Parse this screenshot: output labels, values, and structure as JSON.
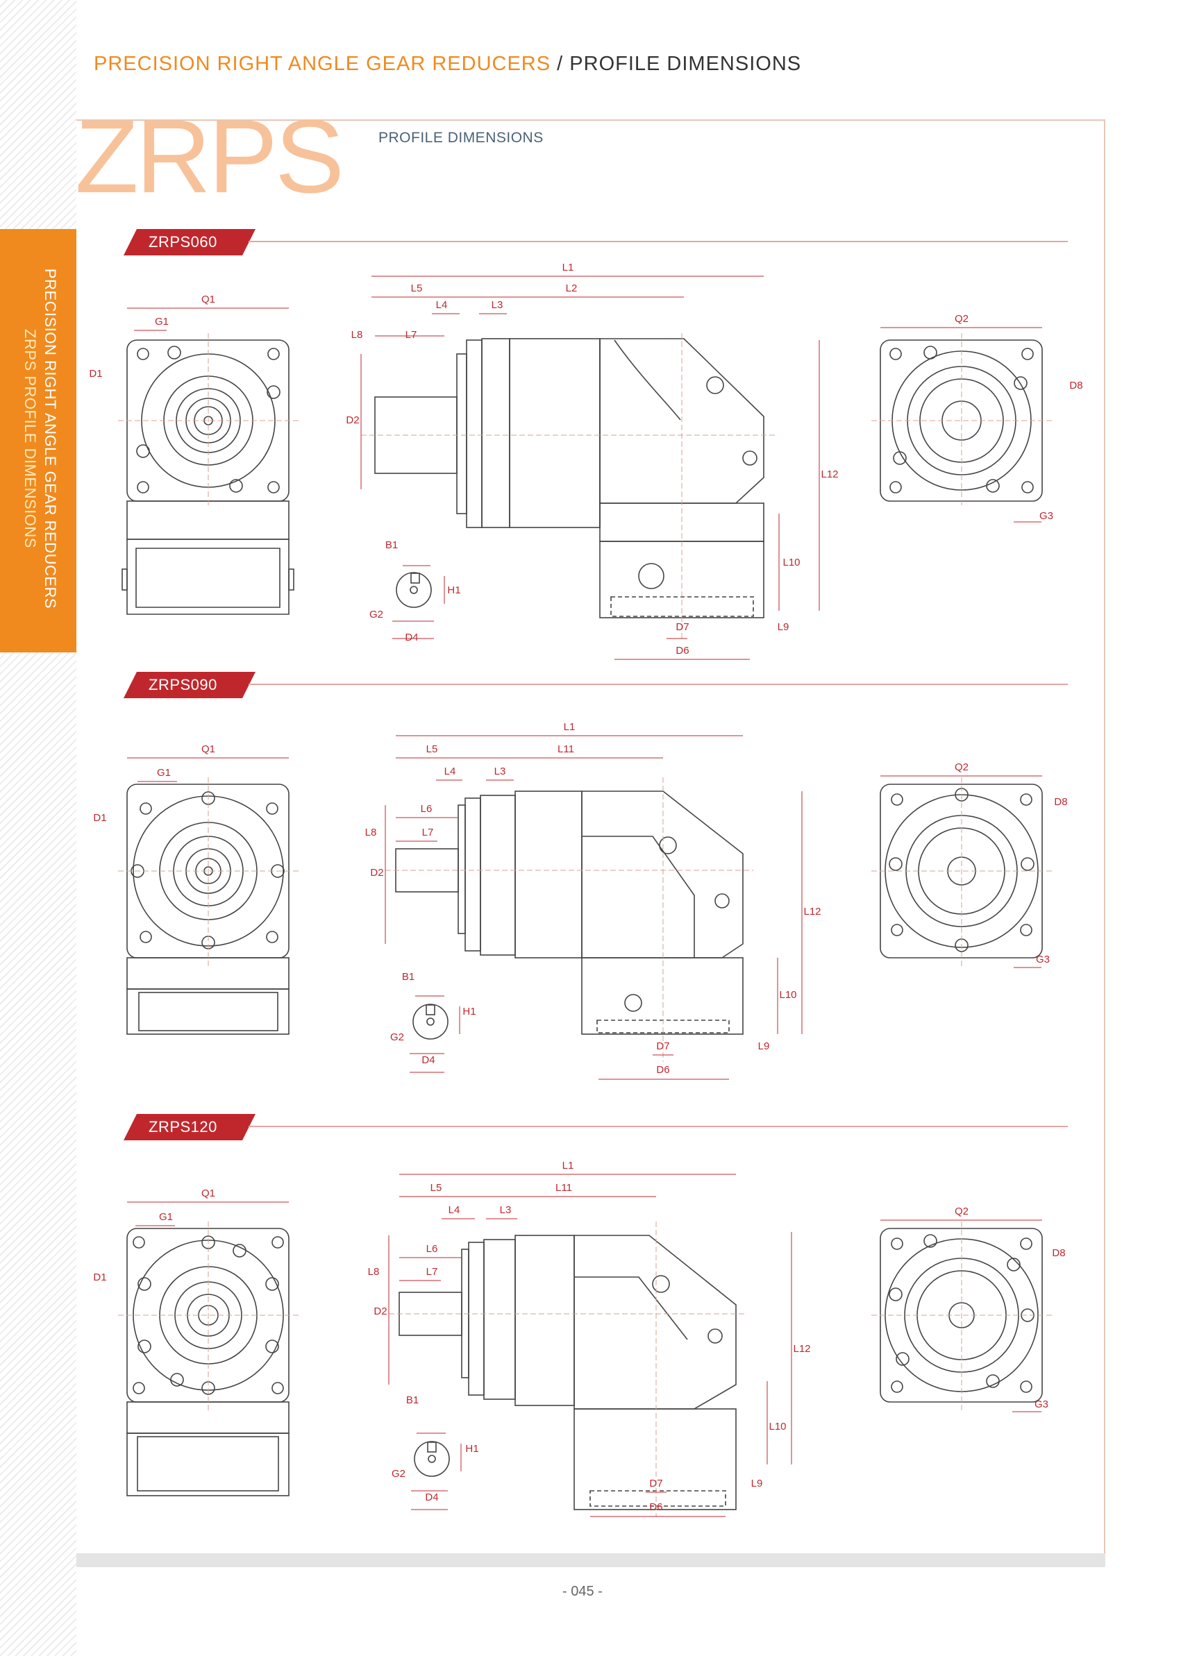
{
  "header": {
    "series": "PRECISION RIGHT ANGLE GEAR REDUCERS",
    "separator": "/",
    "page_title": "PROFILE DIMENSIONS"
  },
  "logo": {
    "text": "ZRPS",
    "subtitle": "PROFILE DIMENSIONS"
  },
  "side_tab": {
    "line1": "PRECISION RIGHT ANGLE GEAR REDUCERS",
    "line2": "ZRPS PROFILE DIMENSIONS"
  },
  "models": [
    {
      "name": "ZRPS060",
      "dims": {
        "Q1": "Q1",
        "G1": "G1",
        "D1": "D1",
        "L1": "L1",
        "L5": "L5",
        "L2": "L2",
        "L4": "L4",
        "L3": "L3",
        "L8": "L8",
        "L7": "L7",
        "D2": "D2",
        "L12": "L12",
        "L10": "L10",
        "L9": "L9",
        "D7": "D7",
        "D6": "D6",
        "B1": "B1",
        "H1": "H1",
        "G2": "G2",
        "D4": "D4",
        "Q2": "Q2",
        "D8": "D8",
        "G3": "G3"
      }
    },
    {
      "name": "ZRPS090",
      "dims": {
        "Q1": "Q1",
        "G1": "G1",
        "D1": "D1",
        "L1": "L1",
        "L5": "L5",
        "L11": "L11",
        "L4": "L4",
        "L3": "L3",
        "L6": "L6",
        "L8": "L8",
        "L7": "L7",
        "D2": "D2",
        "L12": "L12",
        "L10": "L10",
        "L9": "L9",
        "D7": "D7",
        "D6": "D6",
        "B1": "B1",
        "H1": "H1",
        "G2": "G2",
        "D4": "D4",
        "Q2": "Q2",
        "D8": "D8",
        "G3": "G3"
      }
    },
    {
      "name": "ZRPS120",
      "dims": {
        "Q1": "Q1",
        "G1": "G1",
        "D1": "D1",
        "L1": "L1",
        "L5": "L5",
        "L11": "L11",
        "L4": "L4",
        "L3": "L3",
        "L6": "L6",
        "L8": "L8",
        "L7": "L7",
        "D2": "D2",
        "L12": "L12",
        "L10": "L10",
        "L9": "L9",
        "D7": "D7",
        "D6": "D6",
        "B1": "B1",
        "H1": "H1",
        "G2": "G2",
        "D4": "D4",
        "Q2": "Q2",
        "D8": "D8",
        "G3": "G3"
      }
    }
  ],
  "footer": {
    "page_number": "- 045 -"
  },
  "colors": {
    "accent": "#f08a1e",
    "badge": "#c0272d",
    "dimension": "#c0272d",
    "line": "#444444"
  }
}
